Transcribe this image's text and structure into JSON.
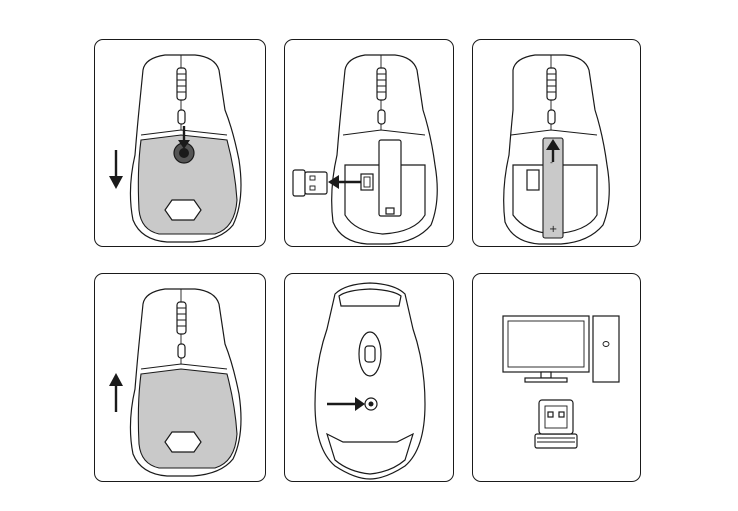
{
  "figure": {
    "steps": [
      {
        "id": "power-off",
        "direction": "down"
      },
      {
        "id": "remove-dongle",
        "direction": "left"
      },
      {
        "id": "open-cover",
        "direction": "up"
      },
      {
        "id": "power-on",
        "direction": "up"
      },
      {
        "id": "press-pairing-button",
        "direction": "right"
      },
      {
        "id": "connect-to-pc"
      }
    ],
    "battery_labels": {
      "minus": "-",
      "plus": "+"
    }
  }
}
